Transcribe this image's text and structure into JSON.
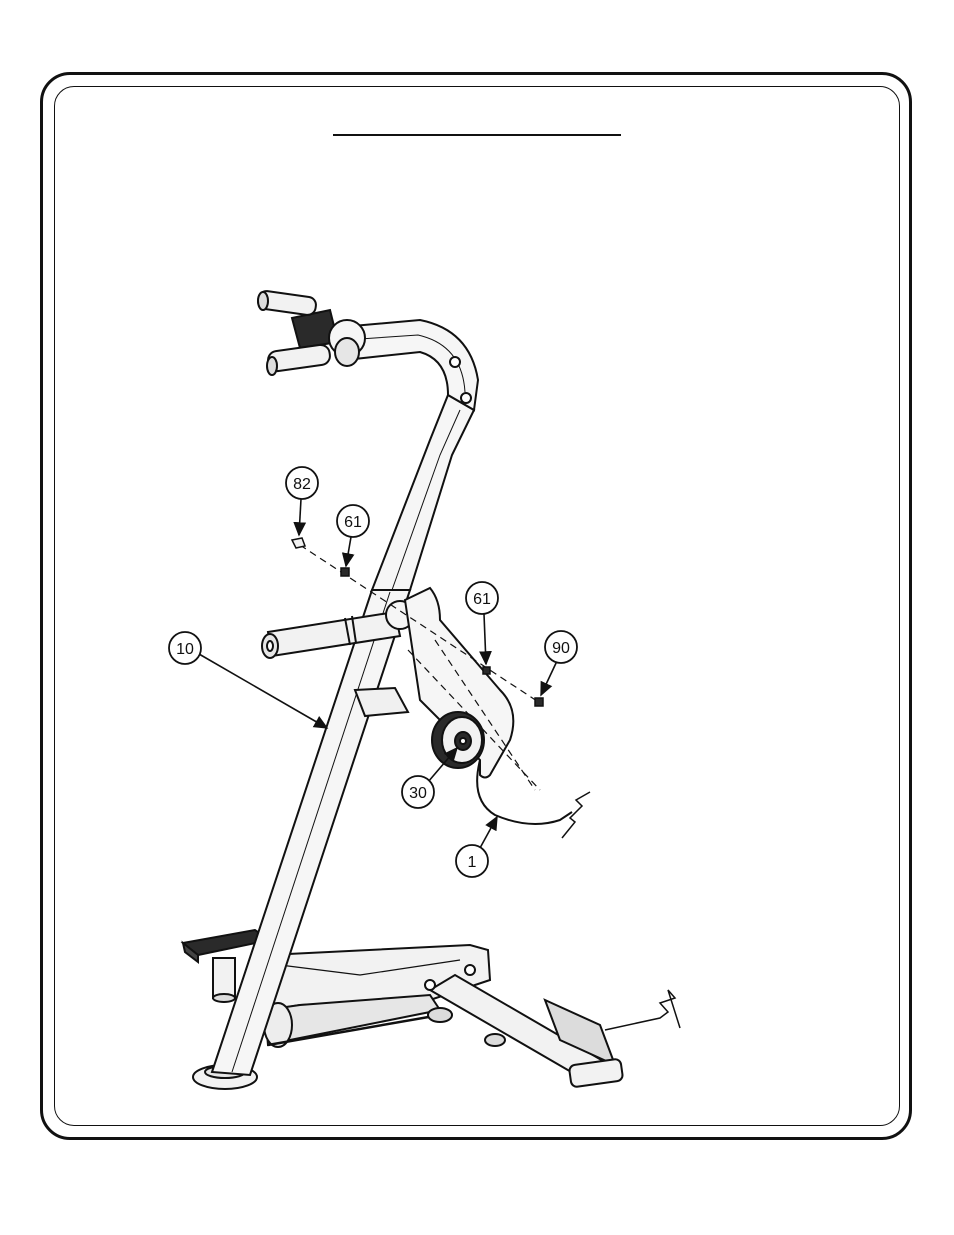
{
  "page": {
    "title": ""
  },
  "callouts": [
    {
      "id": "callout-82",
      "label": "82"
    },
    {
      "id": "callout-61-left",
      "label": "61"
    },
    {
      "id": "callout-61-right",
      "label": "61"
    },
    {
      "id": "callout-90",
      "label": "90"
    },
    {
      "id": "callout-10",
      "label": "10"
    },
    {
      "id": "callout-30",
      "label": "30"
    },
    {
      "id": "callout-1",
      "label": "1"
    }
  ],
  "colors": {
    "ink": "#111111",
    "metal_fill": "#f2f2f2",
    "dark_part": "#2a2a2a"
  }
}
